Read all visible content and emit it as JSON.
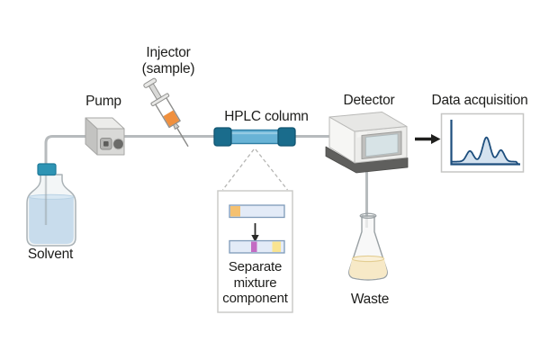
{
  "labels": {
    "solvent": "Solvent",
    "pump": "Pump",
    "injector": [
      "Injector",
      "(sample)"
    ],
    "hplc_column": "HPLC column",
    "detector": "Detector",
    "data_acquisition": "Data acquisition",
    "waste": "Waste",
    "inset": [
      "Separate",
      "mixture",
      "component"
    ]
  },
  "colors": {
    "tube_gray": "#b7bbbd",
    "column_body_blue": "#68b3d6",
    "column_cap_teal": "#1a6c8c",
    "syringe_sample_orange": "#f0903e",
    "bottle_cap_teal": "#2e94b4",
    "solvent_liquid_blue": "#c8dcec",
    "waste_liquid_yellow": "#f7e9c7",
    "chart_line_navy": "#1d4e7d",
    "chart_fill_blue": "#d4e2ef",
    "band_orange": "#f5c170",
    "band_magenta": "#c36cc3",
    "band_yellow": "#f9e490",
    "strip_fill": "#e3ebf7",
    "strip_border": "#7e9ab8",
    "arrow_black": "#1f1f1d"
  },
  "chart_data": {
    "type": "line",
    "title": "Data acquisition",
    "tick_labels_visible": false,
    "gridlines": false,
    "x_range": [
      0,
      1
    ],
    "y_range": [
      0,
      1
    ],
    "baseline": 0.06,
    "peaks": [
      {
        "center": 0.27,
        "height": 0.24,
        "sigma": 0.05
      },
      {
        "center": 0.51,
        "height": 0.55,
        "sigma": 0.055
      },
      {
        "center": 0.72,
        "height": 0.26,
        "sigma": 0.048
      }
    ]
  }
}
